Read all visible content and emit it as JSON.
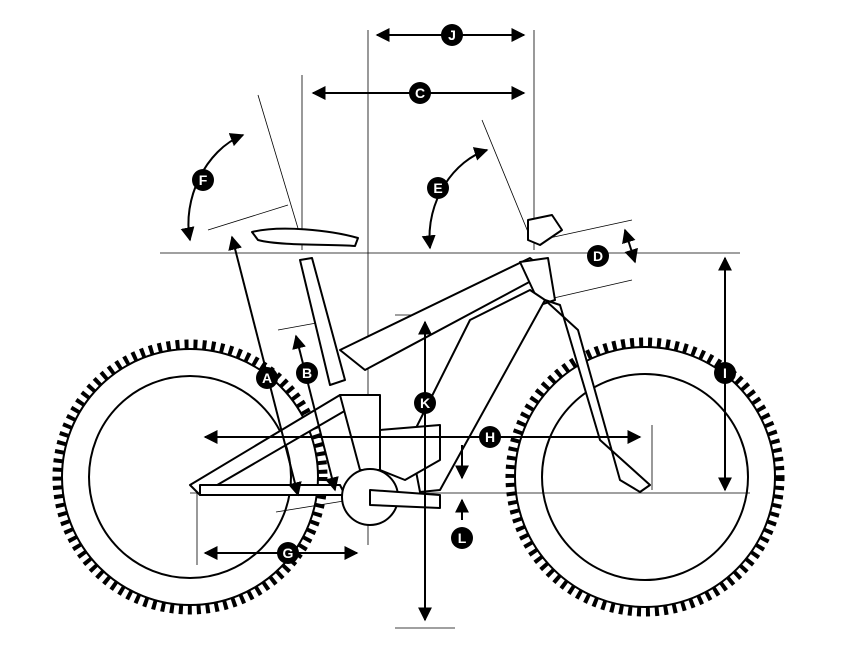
{
  "diagram": {
    "title_hidden": null,
    "labels": {
      "A": "A",
      "B": "B",
      "C": "C",
      "D": "D",
      "E": "E",
      "F": "F",
      "G": "G",
      "H": "H",
      "I": "I",
      "J": "J",
      "K": "K",
      "L": "L"
    },
    "colors": {
      "line": "#000000",
      "background": "#ffffff"
    }
  }
}
